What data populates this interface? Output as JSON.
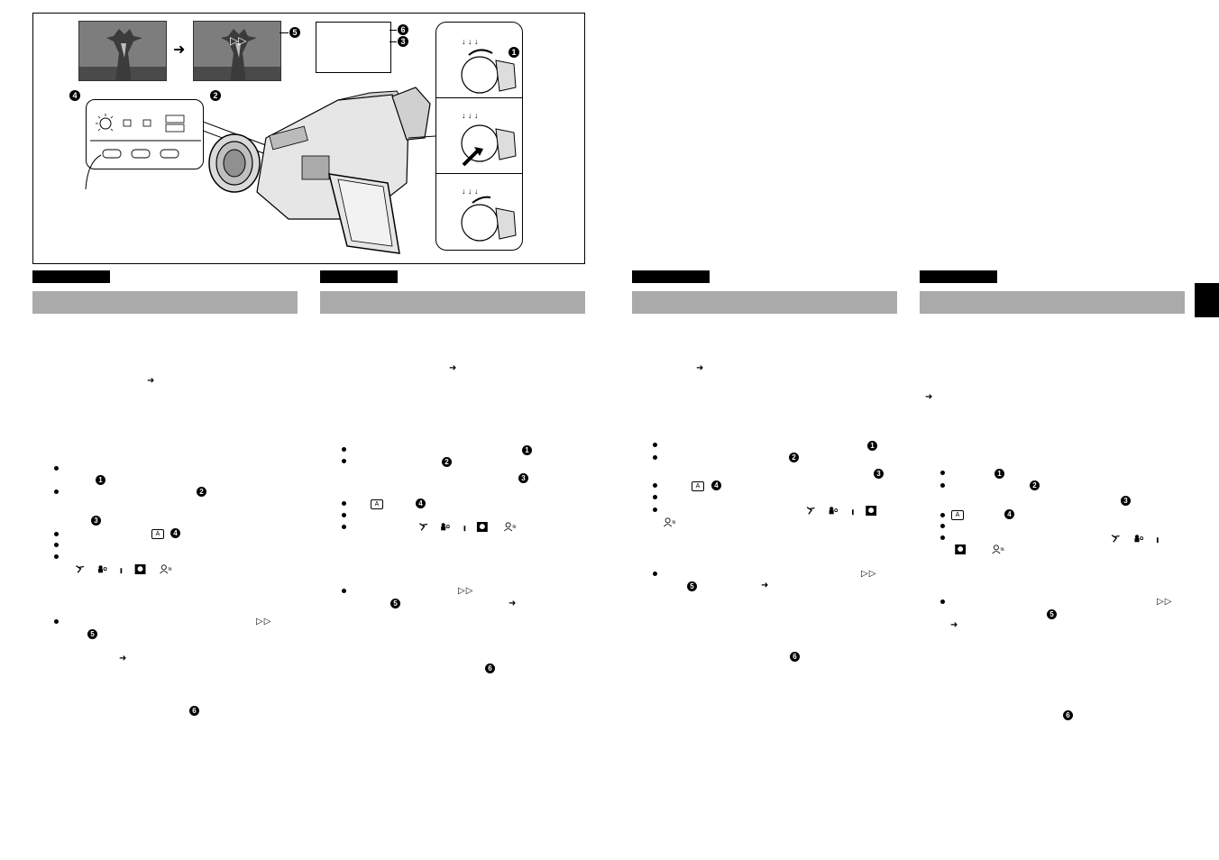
{
  "figure": {
    "callouts": [
      "1",
      "2",
      "3",
      "4",
      "5",
      "6"
    ],
    "arrow_icon": "right-arrow-icon",
    "ff_symbol": "▷▷"
  },
  "columns": [
    {
      "lang_tab": "",
      "header": ""
    },
    {
      "lang_tab": "",
      "header": ""
    },
    {
      "lang_tab": "",
      "header": ""
    },
    {
      "lang_tab": "",
      "header": ""
    }
  ],
  "symbols": {
    "arrow": "➜",
    "ff": "▷▷",
    "auto_box": "A",
    "n1": "1",
    "n2": "2",
    "n3": "3",
    "n4": "4",
    "n5": "5",
    "n6": "6"
  },
  "colors": {
    "header_bar": "#aaaaaa",
    "lang_tab": "#000000",
    "side_tab": "#000000"
  }
}
